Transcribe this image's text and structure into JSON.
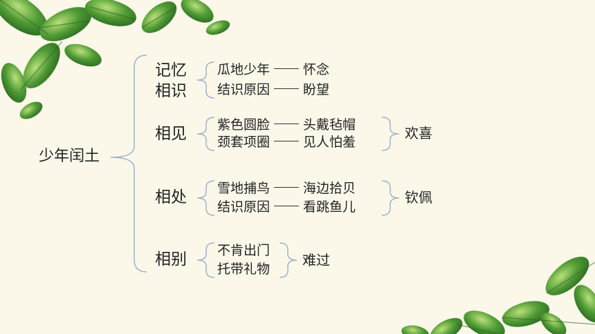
{
  "root": "少年闰土",
  "sections": [
    {
      "title_lines": [
        "记忆",
        "相识"
      ],
      "items": [
        {
          "left": "瓜地少年",
          "right": "怀念"
        },
        {
          "left": "结识原因",
          "right": "盼望"
        }
      ],
      "conclusion": ""
    },
    {
      "title_lines": [
        "相见"
      ],
      "items": [
        {
          "left": "紫色圆脸",
          "right": "头戴毡帽"
        },
        {
          "left": "颈套项圈",
          "right": "见人怕羞"
        }
      ],
      "conclusion": "欢喜"
    },
    {
      "title_lines": [
        "相处"
      ],
      "items": [
        {
          "left": "雪地捕鸟",
          "right": "海边拾贝"
        },
        {
          "left": "结识原因",
          "right": "看跳鱼儿"
        }
      ],
      "conclusion": "钦佩"
    },
    {
      "title_lines": [
        "相别"
      ],
      "items": [
        {
          "left": "不肯出门",
          "right": ""
        },
        {
          "left": "托带礼物",
          "right": ""
        }
      ],
      "conclusion": "难过"
    }
  ]
}
